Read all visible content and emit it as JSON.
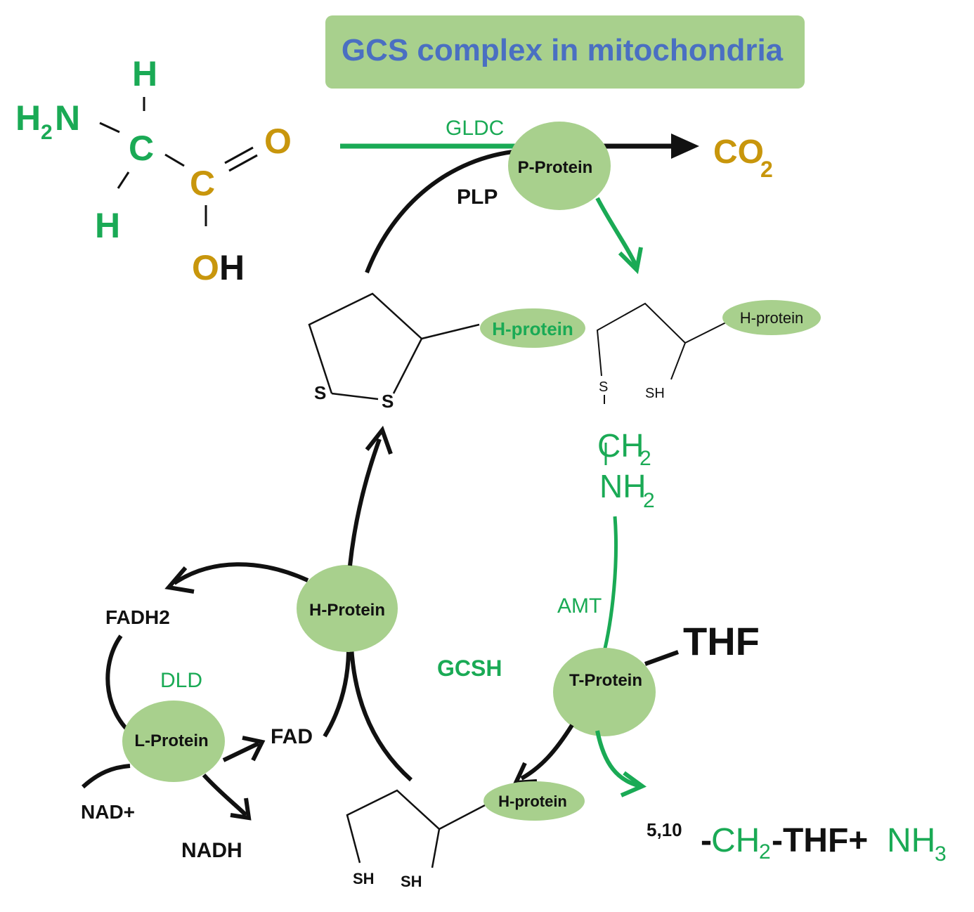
{
  "title": "GCS complex in mitochondria",
  "colors": {
    "green": "#1aaa55",
    "gold": "#c8960c",
    "black": "#111111",
    "protein_fill": "#a8d08d",
    "title_bg": "#a8d08d",
    "title_text": "#4a6fc2"
  },
  "glycine": {
    "h2n": "H",
    "h2n_sub": "2",
    "h2n_n": "N",
    "c_alpha": "C",
    "h_top": "H",
    "h_bottom": "H",
    "c_carboxyl": "C",
    "o_double": "O",
    "oh_o": "O",
    "oh_h": "H"
  },
  "enzymes": {
    "gldc": "GLDC",
    "amt": "AMT",
    "dld": "DLD",
    "gcsh": "GCSH"
  },
  "proteins": {
    "p_protein": "P-Protein",
    "h_protein_center": "H-Protein",
    "t_protein": "T-Protein",
    "l_protein": "L-Protein",
    "h_protein_oxidized": "H-protein",
    "h_protein_aminomethyl": "H-protein",
    "h_protein_reduced": "H-protein"
  },
  "cofactors": {
    "plp": "PLP",
    "fadh2": "FADH2",
    "fad": "FAD",
    "nad_plus": "NAD+",
    "nadh": "NADH",
    "thf": "THF"
  },
  "products": {
    "co2_main": "CO",
    "co2_sub": "2",
    "methylene_prefix": "5,10",
    "methylene_dash1": "-",
    "methylene_ch": "CH",
    "methylene_sub": "2",
    "methylene_thf": "-THF+",
    "nh": "NH",
    "nh_sub": "3"
  },
  "lipoyl": {
    "s_left": "S",
    "s_right": "S",
    "s_aminomethyl": "S",
    "sh_aminomethyl": "SH",
    "sh_left": "SH",
    "sh_right": "SH",
    "ch": "CH",
    "ch_sub": "2",
    "nh": "NH",
    "nh_sub": "2"
  }
}
